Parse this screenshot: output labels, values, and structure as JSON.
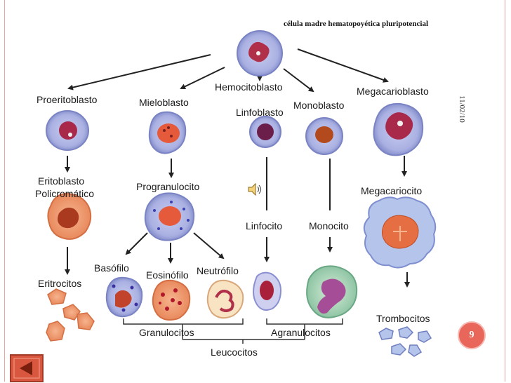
{
  "slide": {
    "title": "célula madre hematopoyética pluripotencial",
    "date": "11/02/10",
    "page_number": "9"
  },
  "cells": {
    "proeritoblasto": "Proeritoblasto",
    "mieloblasto": "Mieloblasto",
    "hemocitoblasto": "Hemocitoblasto",
    "linfoblasto": "Linfoblasto",
    "monoblasto": "Monoblasto",
    "megacarioblasto": "Megacarioblasto",
    "eritoblasto_line1": "Eritoblasto",
    "eritoblasto_line2": "Policromático",
    "progranulocito": "Progranulocito",
    "linfocito": "Linfocito",
    "monocito": "Monocito",
    "megacariocito": "Megacariocito",
    "basofilo": "Basófilo",
    "eosinofilo": "Eosinófilo",
    "neutrofilo": "Neutrófilo",
    "eritrocitos": "Eritrocitos",
    "trombocitos": "Trombocitos"
  },
  "groups": {
    "granulocitos": "Granulocitos",
    "agranulocitos": "Agranulocitos",
    "leucocitos": "Leucocitos"
  },
  "colors": {
    "membrane": "#9aa3d6",
    "cytoplasm_blue": "#b9bfe6",
    "nucleus_red": "#b0304a",
    "cytoplasm_orange": "#f2a27c",
    "badge": "#e9665a",
    "back_button": "#d9573e"
  },
  "icons": {
    "speaker": "speaker-icon",
    "back": "back-arrow-icon"
  }
}
